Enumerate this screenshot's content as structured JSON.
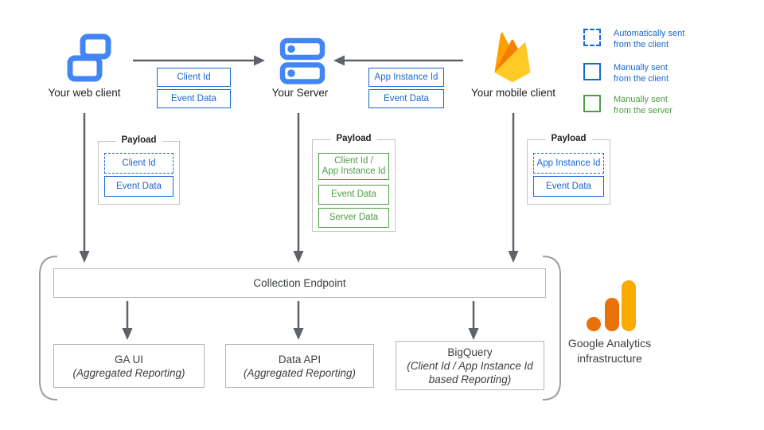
{
  "nodes": {
    "web_client": "Your web client",
    "server": "Your Server",
    "mobile_client": "Your mobile client"
  },
  "messages": {
    "web_to_server": [
      "Client Id",
      "Event Data"
    ],
    "mobile_to_server": [
      "App Instance Id",
      "Event Data"
    ]
  },
  "payloads": {
    "web": {
      "title": "Payload",
      "items": [
        "Client Id",
        "Event Data"
      ]
    },
    "server": {
      "title": "Payload",
      "items": [
        "Client Id /\nApp Instance Id",
        "Event Data",
        "Server Data"
      ]
    },
    "mobile": {
      "title": "Payload",
      "items": [
        "App Instance Id",
        "Event Data"
      ]
    }
  },
  "legend": [
    {
      "text": "Automatically sent\nfrom the client",
      "style": "dashed-blue"
    },
    {
      "text": "Manually sent\nfrom the client",
      "style": "solid-blue"
    },
    {
      "text": "Manually sent\nfrom the server",
      "style": "solid-green"
    }
  ],
  "infrastructure": {
    "collection_endpoint": "Collection Endpoint",
    "outputs": [
      {
        "title": "GA UI",
        "subtitle": "(Aggregated Reporting)"
      },
      {
        "title": "Data API",
        "subtitle": "(Aggregated Reporting)"
      },
      {
        "title": "BigQuery",
        "subtitle": "(Client Id / App Instance Id\nbased Reporting)"
      }
    ],
    "brand_label": "Google Analytics\ninfrastructure"
  },
  "colors": {
    "box_blue": "#1967d2",
    "box_green": "#4f9d45",
    "icon_blue": "#4285f4",
    "arrow_gray": "#5f6368",
    "bracket_gray": "#9e9e9e",
    "firebase_yellow": "#ffca28",
    "firebase_orange": "#ffa000",
    "firebase_dark_orange": "#f57c00",
    "ga_amber": "#f9ab00",
    "ga_orange": "#e8710a"
  }
}
